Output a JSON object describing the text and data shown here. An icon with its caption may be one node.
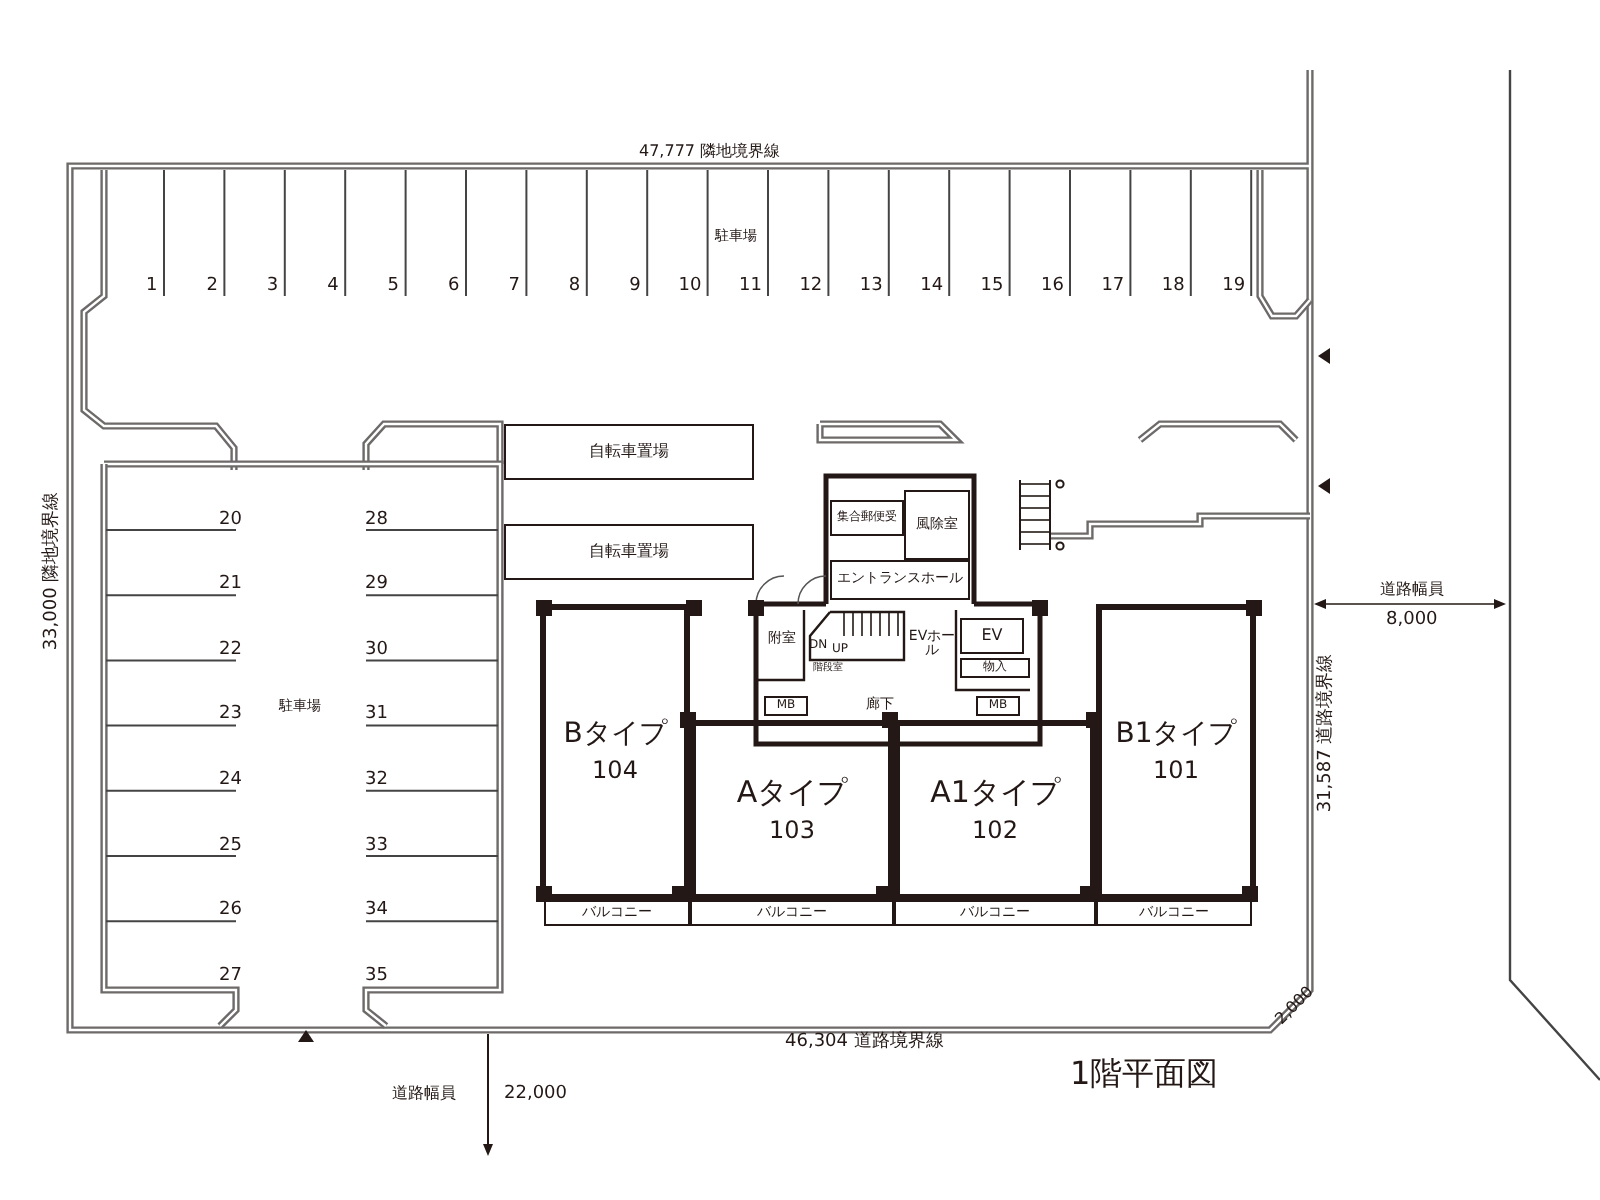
{
  "diagram": {
    "caption": "1階平面図",
    "nodes": [
      {
        "text": [
          "自転車置場"
        ]
      },
      {
        "text": [
          "自転車置場"
        ]
      },
      {
        "text": [
          "集合郵便受"
        ]
      },
      {
        "text": [
          "風除室"
        ]
      },
      {
        "text": [
          "エントランスホール"
        ]
      },
      {
        "text": [
          "附室"
        ]
      },
      {
        "text": [
          "EV"
        ]
      },
      {
        "text": [
          "物入"
        ]
      },
      {
        "text": [
          "MB"
        ]
      },
      {
        "text": [
          "MB"
        ]
      },
      {
        "text": [
          "Bタイプ",
          "104"
        ]
      },
      {
        "text": [
          "Aタイプ",
          "103"
        ]
      },
      {
        "text": [
          "A1タイプ",
          "102"
        ]
      },
      {
        "text": [
          "B1タイプ",
          "101"
        ]
      },
      {
        "text": [
          "バルコニー"
        ]
      },
      {
        "text": [
          "バルコニー"
        ]
      },
      {
        "text": [
          "バルコニー"
        ]
      },
      {
        "text": [
          "バルコニー"
        ]
      }
    ],
    "labels": [
      "47,777 隣地境界線",
      "駐車場",
      "1",
      "2",
      "3",
      "4",
      "5",
      "6",
      "7",
      "8",
      "9",
      "10",
      "11",
      "12",
      "13",
      "14",
      "15",
      "16",
      "17",
      "18",
      "19",
      "20",
      "28",
      "21",
      "29",
      "22",
      "30",
      "23",
      "31",
      "24",
      "32",
      "25",
      "33",
      "26",
      "34",
      "27",
      "35",
      "駐車場",
      "33,000 隣地境界線",
      "EVホール",
      "DN",
      "UP",
      "階段室",
      "廊下",
      "道路幅員",
      "8,000",
      "31,587 道路境界線",
      "2,000",
      "46,304 道路境界線",
      "道路幅員",
      "22,000"
    ]
  }
}
